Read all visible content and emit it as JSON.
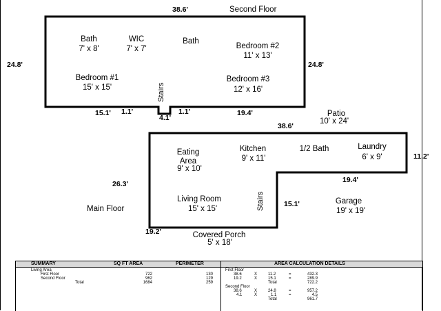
{
  "second_floor": {
    "title": "Second Floor",
    "dims": {
      "top": "38.6'",
      "left": "24.8'",
      "right": "24.8'",
      "bottom_left": "15.1'",
      "step_a": "1.1'",
      "step_b": "1.1'",
      "step_depth": "4.1'",
      "bottom_right": "19.4'"
    },
    "rooms": [
      {
        "name": "Bath",
        "size": "7' x 8'"
      },
      {
        "name": "WIC",
        "size": "7' x 7'"
      },
      {
        "name": "Bath",
        "size": ""
      },
      {
        "name": "Bedroom #2",
        "size": "11' x 13'"
      },
      {
        "name": "Bedroom #1",
        "size": "15' x 15'"
      },
      {
        "name": "Bedroom #3",
        "size": "12' x 16'"
      }
    ],
    "stairs_label": "Stairs"
  },
  "patio": {
    "name": "Patio",
    "size": "10' x 24'"
  },
  "main_floor": {
    "title": "Main Floor",
    "dims": {
      "top": "38.6'",
      "right": "11.2'",
      "left": "26.3'",
      "step_top": "19.4'",
      "step_side": "15.1'",
      "bottom": "19.2'"
    },
    "rooms": [
      {
        "name": "Eating",
        "name2": "Area",
        "size": "9' x 10'"
      },
      {
        "name": "Kitchen",
        "size": "9' x 11'"
      },
      {
        "name": "1/2 Bath",
        "size": ""
      },
      {
        "name": "Laundry",
        "size": "6' x 9'"
      },
      {
        "name": "Living Room",
        "size": "15' x 15'"
      },
      {
        "name": "Garage",
        "size": "19' x 19'"
      }
    ],
    "stairs_label": "Stairs"
  },
  "porch": {
    "name": "Covered Porch",
    "size": "5' x 18'"
  },
  "summary": {
    "headers": {
      "summary": "SUMMARY",
      "sqft": "SQ FT AREA",
      "perimeter": "PERIMETER",
      "details": "AREA CALCULATION DETAILS"
    },
    "rows": [
      {
        "label": "Living Area",
        "sqft": "",
        "perimeter": ""
      },
      {
        "label": "First Floor",
        "sqft": "722",
        "perimeter": "130"
      },
      {
        "label": "Second Floor",
        "sqft": "962",
        "perimeter": "129"
      },
      {
        "label": "Total",
        "sqft": "1684",
        "perimeter": "259"
      }
    ],
    "details": {
      "first_floor_label": "First Floor",
      "first_floor": [
        {
          "a": "38.6",
          "op": "X",
          "b": "11.2",
          "eq": "=",
          "result": "432.3"
        },
        {
          "a": "19.2",
          "op": "X",
          "b": "15.1",
          "eq": "=",
          "result": "289.9"
        }
      ],
      "first_total_label": "Total",
      "first_total": "722.2",
      "second_floor_label": "Second Floor",
      "second_floor": [
        {
          "a": "38.6",
          "op": "X",
          "b": "24.8",
          "eq": "=",
          "result": "957.2"
        },
        {
          "a": "4.1",
          "op": "X",
          "b": "1.1",
          "eq": "=",
          "result": "4.5"
        }
      ],
      "second_total_label": "Total",
      "second_total": "961.7"
    }
  }
}
